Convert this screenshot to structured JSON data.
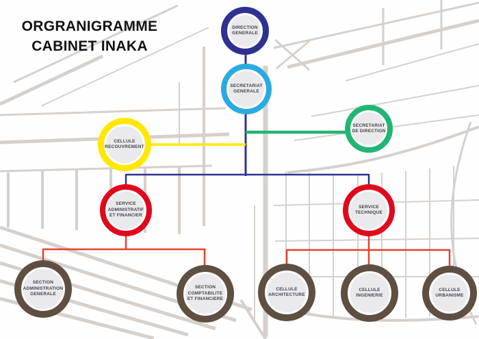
{
  "title": {
    "line1": "ORGRANIGRAMME",
    "line2": "CABINET INAKA"
  },
  "orgchart": {
    "nodes": [
      {
        "id": "direction-generale",
        "lines": [
          "DIRECTION",
          "GENERALE"
        ],
        "ring_color": "#2e3192"
      },
      {
        "id": "secretariat-generale",
        "lines": [
          "SECRETARIAT",
          "GENERALE"
        ],
        "ring_color": "#29abe2"
      },
      {
        "id": "secretariat-de-direction",
        "lines": [
          "SECRETARIAT",
          "DE DIRECTION"
        ],
        "ring_color": "#23b573"
      },
      {
        "id": "cellule-recouvrement",
        "lines": [
          "CELLULE",
          "RECOUVREMENT"
        ],
        "ring_color": "#ffe800"
      },
      {
        "id": "service-administratif-et-financier",
        "lines": [
          "SERVICE",
          "ADMINISTRATIF",
          "ET FINANCIER"
        ],
        "ring_color": "#e1071c"
      },
      {
        "id": "service-technique",
        "lines": [
          "SERVICE",
          "TECHNIQUE"
        ],
        "ring_color": "#e1071c"
      },
      {
        "id": "section-administration-generale",
        "lines": [
          "SECTION",
          "ADMINISTRATION",
          "GENERALE"
        ],
        "ring_color": "#5e4f43"
      },
      {
        "id": "section-comptabilite-et-financiere",
        "lines": [
          "SECTION",
          "COMPTABILITE",
          "ET FINANCIERE"
        ],
        "ring_color": "#5e4f43"
      },
      {
        "id": "cellule-architecture",
        "lines": [
          "CELLULE",
          "ARCHITECTURE"
        ],
        "ring_color": "#5e4f43"
      },
      {
        "id": "cellule-ingenierie",
        "lines": [
          "CELLULE",
          "INGENIERIE"
        ],
        "ring_color": "#5e4f43"
      },
      {
        "id": "cellule-urbanisme",
        "lines": [
          "CELLULE",
          "URBANISME"
        ],
        "ring_color": "#5e4f43"
      }
    ],
    "edges": [
      {
        "from": "direction-generale",
        "to": "secretariat-generale",
        "color": "#2e3192"
      },
      {
        "from": "secretariat-generale",
        "to": "secretariat-de-direction",
        "color": "#23b573"
      },
      {
        "from": "cellule-recouvrement",
        "to": "secretariat-generale",
        "color": "#ffe800"
      },
      {
        "from": "secretariat-generale",
        "to": "service-administratif-et-financier",
        "color": "#2e3192"
      },
      {
        "from": "secretariat-generale",
        "to": "service-technique",
        "color": "#2e3192"
      },
      {
        "from": "service-administratif-et-financier",
        "to": "section-administration-generale",
        "color": "#e8402c"
      },
      {
        "from": "service-administratif-et-financier",
        "to": "section-comptabilite-et-financiere",
        "color": "#e8402c"
      },
      {
        "from": "service-technique",
        "to": "cellule-architecture",
        "color": "#e8402c"
      },
      {
        "from": "service-technique",
        "to": "cellule-ingenierie",
        "color": "#e8402c"
      },
      {
        "from": "service-technique",
        "to": "cellule-urbanisme",
        "color": "#e8402c"
      }
    ],
    "edge_colors": {
      "navy": "#2e3192",
      "green": "#23b573",
      "yellow": "#ffe800",
      "red": "#e8402c"
    }
  }
}
